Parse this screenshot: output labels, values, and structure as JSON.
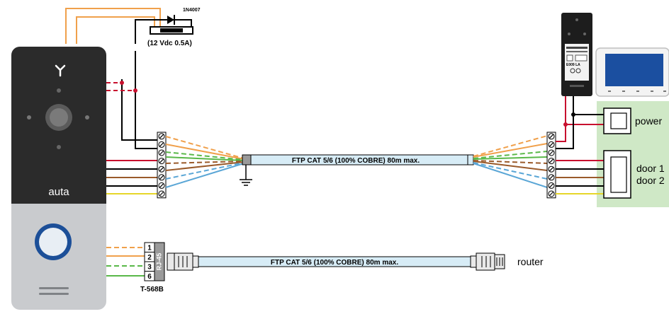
{
  "diode": {
    "part": "1N4007",
    "supply": "(12 Vdc 0.5A)"
  },
  "panel": {
    "brand": "auta"
  },
  "cable_top": {
    "label": "FTP CAT 5/6 (100% COBRE)  80m max."
  },
  "cable_bottom": {
    "label": "FTP CAT 5/6 (100% COBRE)  80m max."
  },
  "rj45": {
    "pins": [
      "1",
      "2",
      "3",
      "6"
    ],
    "connector": "RJ-45",
    "standard": "T-568B"
  },
  "router": {
    "label": "router"
  },
  "outputs": {
    "power": "power",
    "door1": "door 1",
    "door2": "door 2"
  },
  "module": {
    "label": "E009 LA"
  },
  "colors": {
    "orange": "#f0a04b",
    "green": "#59b848",
    "brown": "#9a5a2a",
    "blue": "#5aa6d6",
    "red": "#c8102e",
    "yellow": "#e6d629",
    "cable_fill": "#d7ecf6",
    "green_zone": "#cfe8c6",
    "panel_dark": "#2b2b2b",
    "panel_silver": "#c9cbce",
    "monitor_blue": "#1b4fa0"
  }
}
